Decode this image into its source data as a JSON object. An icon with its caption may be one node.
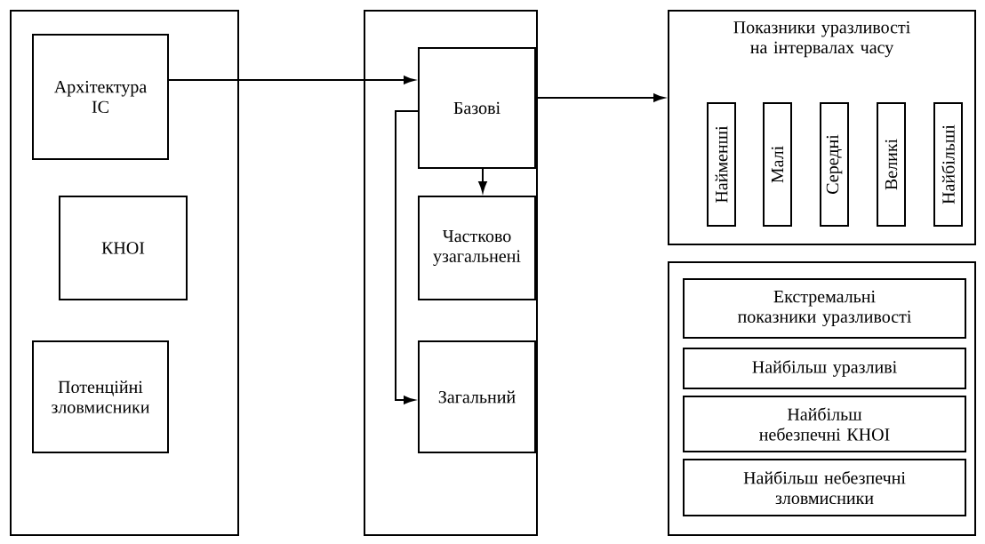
{
  "diagram": {
    "nodes": [
      {
        "text": [],
        "shape": "box"
      },
      {
        "text": [
          "Архітектура ІС"
        ],
        "in": 0
      },
      {
        "text": [
          "КНОІ"
        ],
        "in": 0
      },
      {
        "text": [
          "Потенційні зловмисники"
        ],
        "in": 0
      },
      {
        "text": [],
        "shape": "box"
      },
      {
        "text": [
          "Базові"
        ],
        "in": 4
      },
      {
        "text": [
          "Частково узагальнені"
        ],
        "in": 4
      },
      {
        "text": [
          "Загальний"
        ],
        "in": 4
      },
      {
        "text": [
          "Показники уразливості на інтервалах часу"
        ]
      },
      {
        "text": [
          "Найменші"
        ],
        "in": 8
      },
      {
        "text": [
          "Малі"
        ],
        "in": 8
      },
      {
        "text": [
          "Середні"
        ],
        "in": 8
      },
      {
        "text": [
          "Великі"
        ],
        "in": 8
      },
      {
        "text": [
          "Найбільші"
        ],
        "in": 8
      },
      {
        "text": [],
        "shape": "box"
      },
      {
        "text": [
          "Екстремальні показники уразливості"
        ],
        "in": 14
      },
      {
        "text": [
          "Найбільш уразливі"
        ],
        "in": 14
      },
      {
        "text": [
          "Найбільш небезпечні КНОІ"
        ],
        "in": 14
      },
      {
        "text": [
          "Найбільш небезпечні зловмисники"
        ],
        "in": 14
      }
    ],
    "edges": [
      {
        "from": 1,
        "to": 5,
        "arrow": "to"
      },
      {
        "from": 4,
        "to": 8,
        "arrow": "to"
      },
      {
        "from": 5,
        "to": 6,
        "arrow": "to"
      },
      {
        "from": 5,
        "to": 7,
        "arrow": "to"
      }
    ]
  }
}
